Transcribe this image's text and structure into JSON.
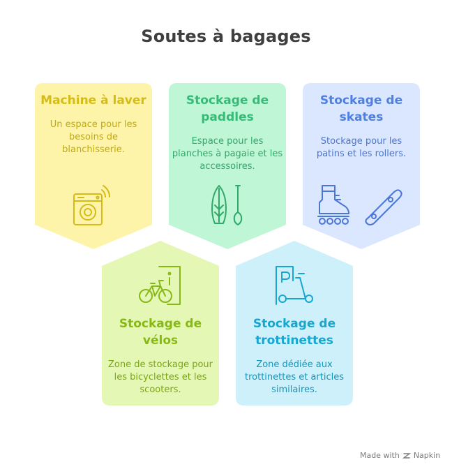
{
  "title": "Soutes à bagages",
  "cards": [
    {
      "title": "Machine à laver",
      "description": "Un espace pour les besoins de blanchisserie.",
      "icon": "washing-machine-icon",
      "fill": "#fdf4a9",
      "accent": "#d4bb17"
    },
    {
      "title": "Stockage de paddles",
      "description": "Espace pour les planches à pagaie et les accessoires.",
      "icon": "paddle-board-icon",
      "fill": "#bff6d5",
      "accent": "#35bb77"
    },
    {
      "title": "Stockage de skates",
      "description": "Stockage pour les patins et les rollers.",
      "icon": "skates-icon",
      "fill": "#dbe6ff",
      "accent": "#4f7fe0"
    },
    {
      "title": "Stockage de vélos",
      "description": "Zone de stockage pour les bicyclettes et les scooters.",
      "icon": "bicycle-icon",
      "fill": "#e5f7b5",
      "accent": "#86b914"
    },
    {
      "title": "Stockage de trottinettes",
      "description": "Zone dédiée aux trottinettes et articles similaires.",
      "icon": "scooter-parking-icon",
      "fill": "#cdf0fb",
      "accent": "#16a6cf"
    }
  ],
  "footer": {
    "made_with": "Made with",
    "brand": "Napkin"
  }
}
